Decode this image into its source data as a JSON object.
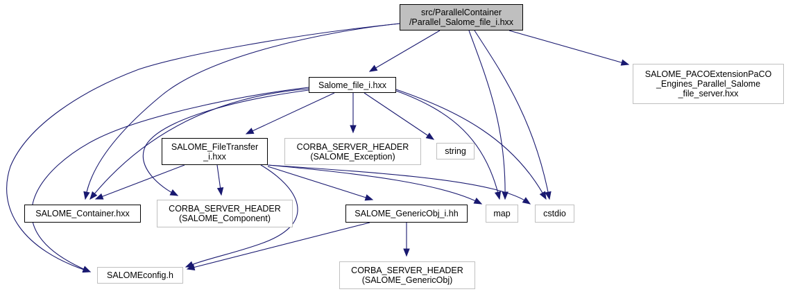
{
  "diagram": {
    "title": "Include dependency graph for Parallel_Salome_file_i.hxx",
    "colors": {
      "edge": "#191970",
      "root_fill": "#bfbfbf",
      "documented_border": "#000000",
      "external_border": "#bfbfbf"
    },
    "nodes": [
      {
        "id": "root",
        "label": "src/ParallelContainer\n/Parallel_Salome_file_i.hxx",
        "kind": "root"
      },
      {
        "id": "salome_file_i",
        "label": "Salome_file_i.hxx",
        "kind": "documented"
      },
      {
        "id": "paco_server",
        "label": "SALOME_PACOExtensionPaCO\n_Engines_Parallel_Salome\n_file_server.hxx",
        "kind": "external"
      },
      {
        "id": "filetransfer",
        "label": "SALOME_FileTransfer\n_i.hxx",
        "kind": "documented"
      },
      {
        "id": "corba_exception",
        "label": "CORBA_SERVER_HEADER\n(SALOME_Exception)",
        "kind": "external"
      },
      {
        "id": "string",
        "label": "string",
        "kind": "external"
      },
      {
        "id": "container",
        "label": "SALOME_Container.hxx",
        "kind": "documented"
      },
      {
        "id": "corba_component",
        "label": "CORBA_SERVER_HEADER\n(SALOME_Component)",
        "kind": "external"
      },
      {
        "id": "genericobj",
        "label": "SALOME_GenericObj_i.hh",
        "kind": "documented"
      },
      {
        "id": "map",
        "label": "map",
        "kind": "external"
      },
      {
        "id": "cstdio",
        "label": "cstdio",
        "kind": "external"
      },
      {
        "id": "salomeconfig",
        "label": "SALOMEconfig.h",
        "kind": "external"
      },
      {
        "id": "corba_genericobj",
        "label": "CORBA_SERVER_HEADER\n(SALOME_GenericObj)",
        "kind": "external"
      }
    ],
    "edges": [
      {
        "from": "root",
        "to": "salome_file_i"
      },
      {
        "from": "root",
        "to": "paco_server"
      },
      {
        "from": "root",
        "to": "container"
      },
      {
        "from": "root",
        "to": "salomeconfig"
      },
      {
        "from": "root",
        "to": "map"
      },
      {
        "from": "root",
        "to": "cstdio"
      },
      {
        "from": "salome_file_i",
        "to": "filetransfer"
      },
      {
        "from": "salome_file_i",
        "to": "corba_exception"
      },
      {
        "from": "salome_file_i",
        "to": "string"
      },
      {
        "from": "salome_file_i",
        "to": "container"
      },
      {
        "from": "salome_file_i",
        "to": "corba_component"
      },
      {
        "from": "salome_file_i",
        "to": "salomeconfig"
      },
      {
        "from": "salome_file_i",
        "to": "map"
      },
      {
        "from": "salome_file_i",
        "to": "cstdio"
      },
      {
        "from": "filetransfer",
        "to": "container"
      },
      {
        "from": "filetransfer",
        "to": "corba_component"
      },
      {
        "from": "filetransfer",
        "to": "genericobj"
      },
      {
        "from": "filetransfer",
        "to": "map"
      },
      {
        "from": "filetransfer",
        "to": "cstdio"
      },
      {
        "from": "filetransfer",
        "to": "salomeconfig"
      },
      {
        "from": "genericobj",
        "to": "salomeconfig"
      },
      {
        "from": "genericobj",
        "to": "corba_genericobj"
      }
    ]
  }
}
